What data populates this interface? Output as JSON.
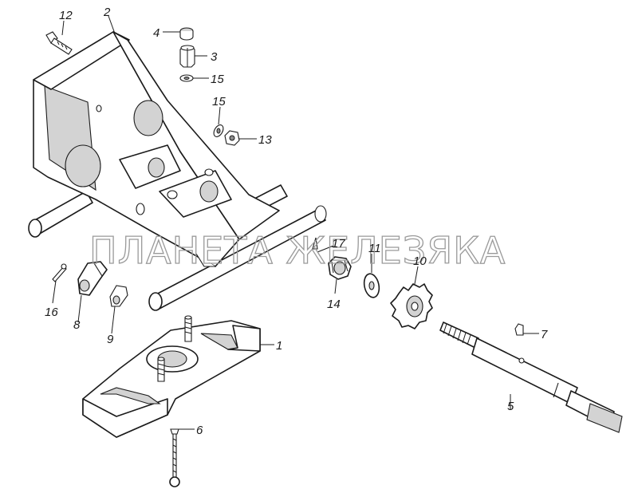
{
  "watermark": "ПЛАНЕТА ЖЕЛЕЗЯКА",
  "parts": [
    {
      "id": "p1",
      "label": "1"
    },
    {
      "id": "p2",
      "label": "2"
    },
    {
      "id": "p3",
      "label": "3"
    },
    {
      "id": "p4",
      "label": "4"
    },
    {
      "id": "p5",
      "label": "5"
    },
    {
      "id": "p6",
      "label": "6"
    },
    {
      "id": "p7",
      "label": "7"
    },
    {
      "id": "p8",
      "label": "8"
    },
    {
      "id": "p9",
      "label": "9"
    },
    {
      "id": "p10",
      "label": "10"
    },
    {
      "id": "p11",
      "label": "11"
    },
    {
      "id": "p12",
      "label": "12"
    },
    {
      "id": "p13",
      "label": "13"
    },
    {
      "id": "p14",
      "label": "14"
    },
    {
      "id": "p15a",
      "label": "15"
    },
    {
      "id": "p15b",
      "label": "15"
    },
    {
      "id": "p16",
      "label": "16"
    },
    {
      "id": "p17",
      "label": "17"
    }
  ]
}
